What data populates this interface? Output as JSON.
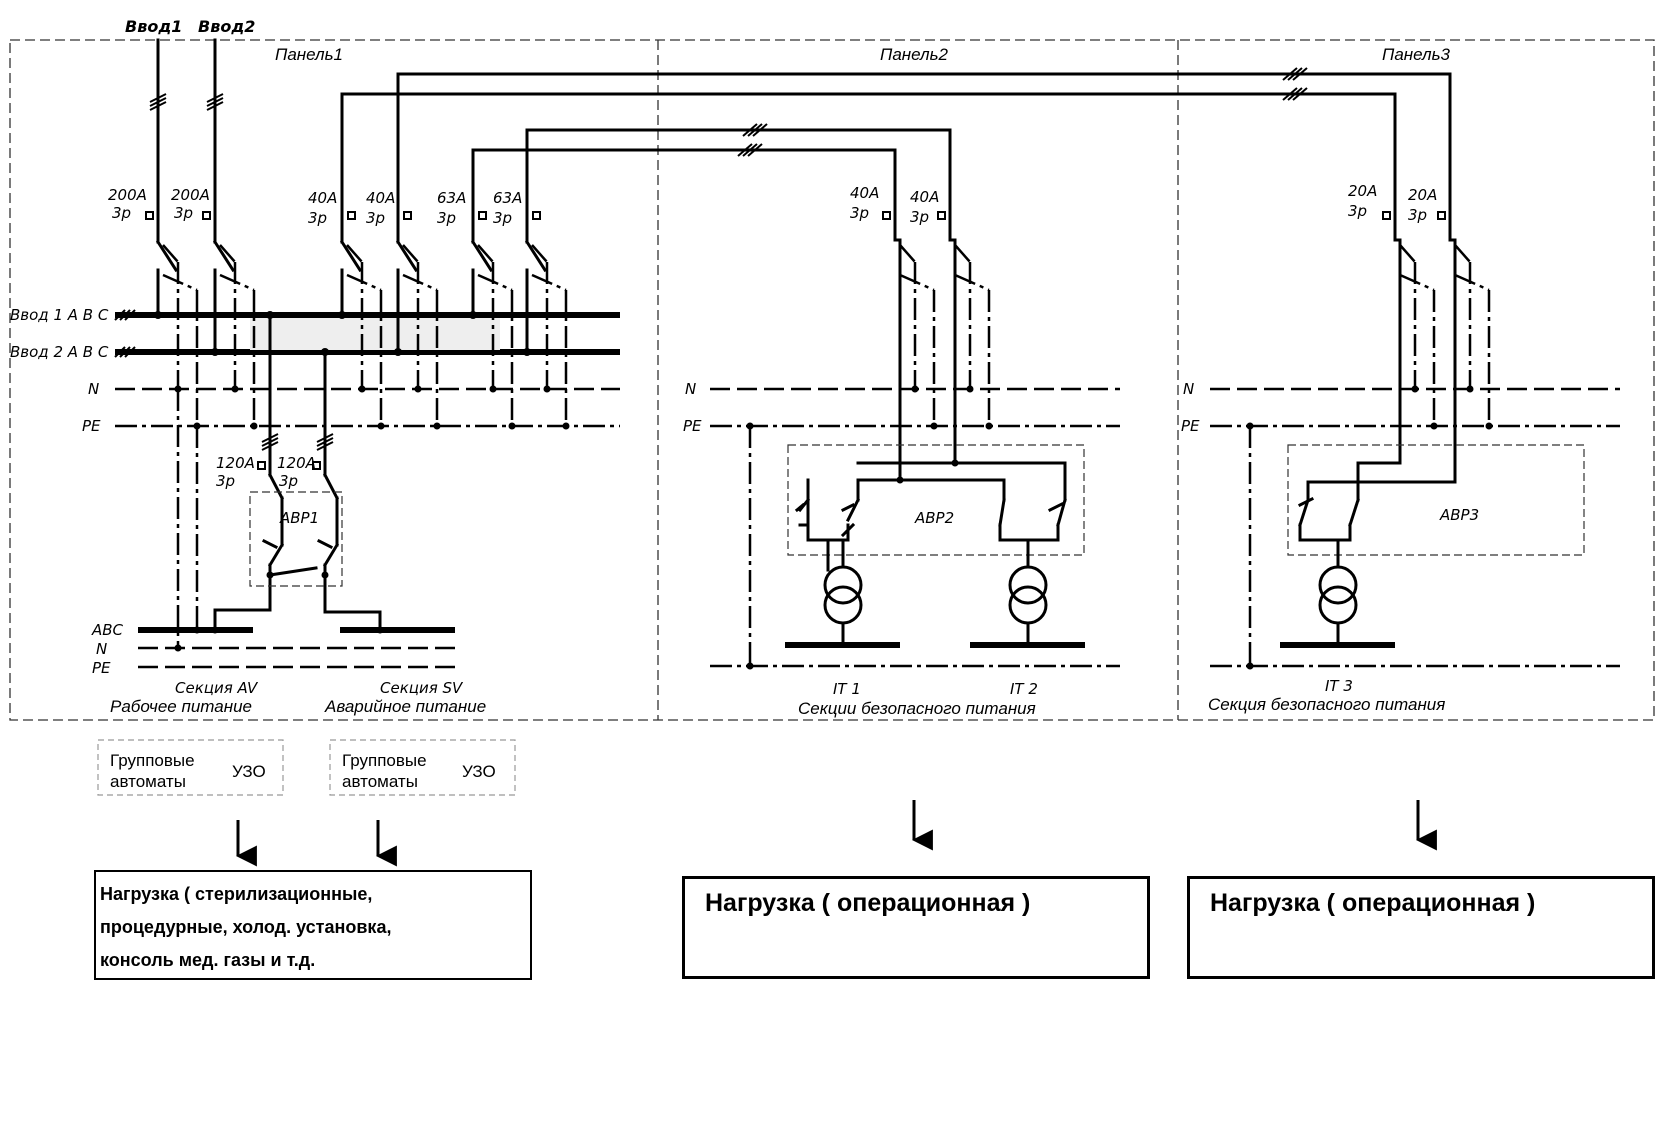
{
  "inputs": {
    "in1": "Ввод1",
    "in2": "Ввод2"
  },
  "panels": {
    "p1": "Панель1",
    "p2": "Панель2",
    "p3": "Панель3"
  },
  "buses": {
    "bus1": "Ввод 1 А В С",
    "bus2": "Ввод 2 А В С",
    "n": "N",
    "pe": "PE",
    "abc": "ABC"
  },
  "breakers": {
    "b200_1": "200А",
    "b200_2": "200А",
    "b40_1": "40А",
    "b40_2": "40А",
    "b63_1": "63А",
    "b63_2": "63А",
    "b120_1": "120А",
    "b120_2": "120А",
    "p2_40_1": "40А",
    "p2_40_2": "40А",
    "p3_20_1": "20А",
    "p3_20_2": "20А",
    "poles": "3р"
  },
  "avr": {
    "avr1": "АВР1",
    "avr2": "АВР2",
    "avr3": "АВР3"
  },
  "sections": {
    "av": "Секция AV",
    "sv": "Секция SV",
    "work": "Рабочее питание",
    "emergency": "Аварийное питание",
    "it1": "IT 1",
    "it2": "IT 2",
    "it3": "IT 3",
    "safe_plural": "Секции безопасного питания",
    "safe_single": "Секция безопасного питания"
  },
  "group": {
    "auto_line1": "Групповые",
    "auto_line2": "автоматы",
    "rcd": "УЗО"
  },
  "loads": {
    "load1_lines": [
      "Нагрузка ( стерилизационные,",
      "процедурные, холод. установка,",
      "консоль мед. газы   и т.д."
    ],
    "load2": "Нагрузка ( операционная )",
    "load3": "Нагрузка ( операционная )"
  }
}
